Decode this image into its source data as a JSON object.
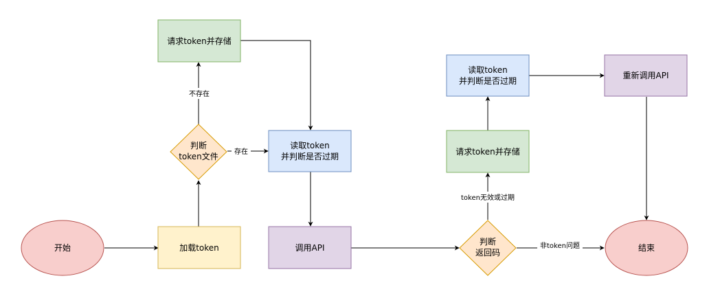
{
  "colors": {
    "start_fill": "#f8cecc",
    "start_stroke": "#b85450",
    "load_fill": "#fff2cc",
    "load_stroke": "#d6b656",
    "decision_fill": "#ffe6cc",
    "decision_stroke": "#d79b00",
    "request_fill": "#d5e8d4",
    "request_stroke": "#82b366",
    "read_fill": "#dae8fc",
    "read_stroke": "#6c8ebf",
    "call_fill": "#e1d5e7",
    "call_stroke": "#9673a6",
    "edge": "#000000"
  },
  "nodes": {
    "start": "开始",
    "load_token": "加载token",
    "judge_file_line1": "判断",
    "judge_file_line2": "token文件",
    "request_store_1": "请求token并存储",
    "read_token_1_line1": "读取token",
    "read_token_1_line2": "并判断是否过期",
    "call_api": "调用API",
    "judge_return_line1": "判断",
    "judge_return_line2": "返回码",
    "request_store_2": "请求token并存储",
    "read_token_2_line1": "读取token",
    "read_token_2_line2": "并判断是否过期",
    "recall_api": "重新调用API",
    "end": "结束"
  },
  "edge_labels": {
    "not_exist": "不存在",
    "exist": "存在",
    "token_invalid": "token无效或过期",
    "non_token_issue": "非token问题"
  }
}
